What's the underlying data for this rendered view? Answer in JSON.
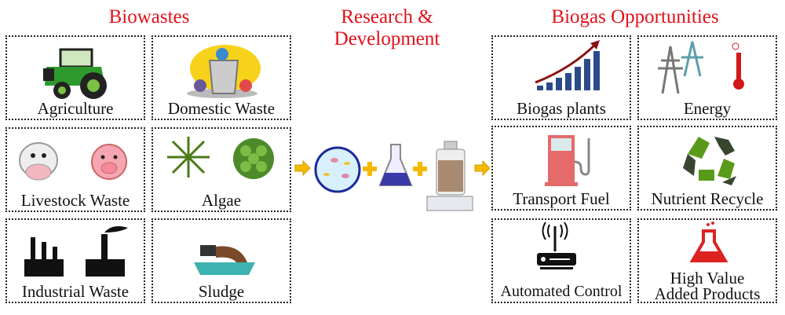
{
  "titles": {
    "biowastes": "Biowastes",
    "research_line1": "Research &",
    "research_line2": "Development",
    "opportunities": "Biogas Opportunities"
  },
  "biowastes": [
    {
      "label": "Agriculture",
      "icon": "tractor-icon"
    },
    {
      "label": "Domestic Waste",
      "icon": "trash-can-icon"
    },
    {
      "label": "Livestock Waste",
      "icon": "cow-pig-icon"
    },
    {
      "label": "Algae",
      "icon": "algae-icon"
    },
    {
      "label": "Industrial Waste",
      "icon": "factory-icon"
    },
    {
      "label": "Sludge",
      "icon": "sludge-pipe-icon"
    }
  ],
  "opportunities": [
    {
      "label": "Biogas plants",
      "icon": "growth-chart-icon"
    },
    {
      "label": "Energy",
      "icon": "power-tower-thermometer-icon"
    },
    {
      "label": "Transport Fuel",
      "icon": "fuel-pump-icon"
    },
    {
      "label": "Nutrient Recycle",
      "icon": "recycle-icon"
    },
    {
      "label": "Automated Control",
      "icon": "router-icon"
    },
    {
      "label_line1": "High Value",
      "label_line2": "Added Products",
      "icon": "flask-icon"
    }
  ],
  "colors": {
    "title": "#e3101a",
    "arrow": "#f5b800",
    "bars": "#2b4a8a"
  }
}
